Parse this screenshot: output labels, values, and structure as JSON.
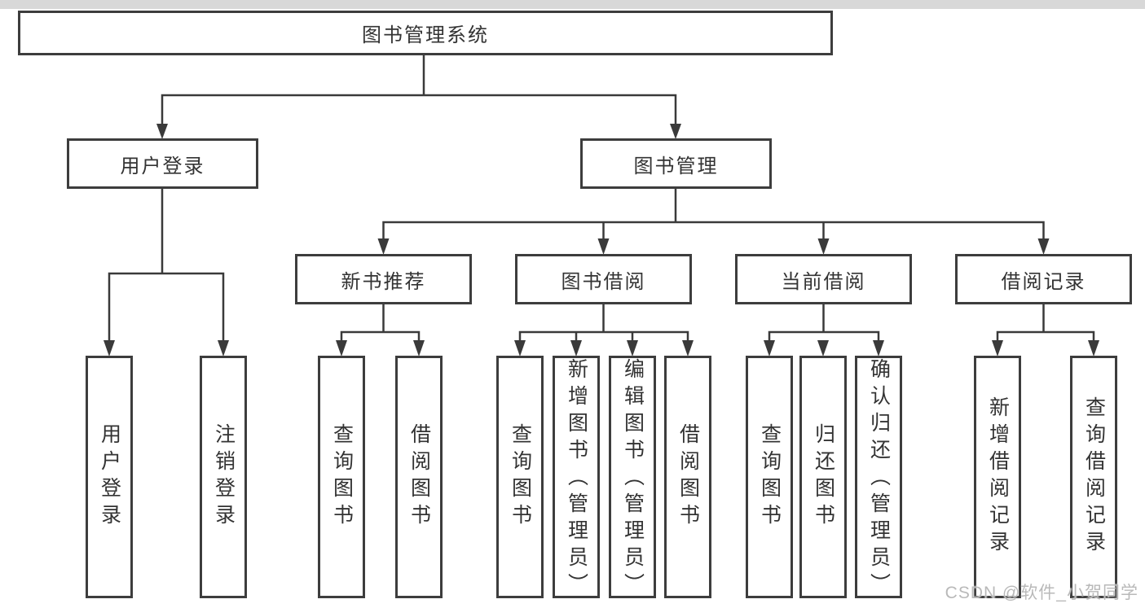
{
  "diagram": {
    "tree": {
      "root": {
        "label": "图书管理系统"
      },
      "children": [
        {
          "label": "用户登录",
          "children": [
            {
              "label": "用户登录"
            },
            {
              "label": "注销登录"
            }
          ]
        },
        {
          "label": "图书管理",
          "children": [
            {
              "label": "新书推荐",
              "children": [
                {
                  "label": "查询图书"
                },
                {
                  "label": "借阅图书"
                }
              ]
            },
            {
              "label": "图书借阅",
              "children": [
                {
                  "label": "查询图书"
                },
                {
                  "label": "新增图书（管理员）"
                },
                {
                  "label": "编辑图书（管理员）"
                },
                {
                  "label": "借阅图书"
                }
              ]
            },
            {
              "label": "当前借阅",
              "children": [
                {
                  "label": "查询图书"
                },
                {
                  "label": "归还图书"
                },
                {
                  "label": "确认归还（管理员）"
                }
              ]
            },
            {
              "label": "借阅记录",
              "children": [
                {
                  "label": "新增借阅记录"
                },
                {
                  "label": "查询借阅记录"
                }
              ]
            }
          ]
        }
      ]
    },
    "watermark": "CSDN @软件_小贺同学",
    "colors": {
      "line": "#3a3a3a",
      "box_border": "#3d3d3d",
      "text": "#333333",
      "watermark": "#b9b9b9",
      "top_strip": "#d8d8d8"
    }
  }
}
